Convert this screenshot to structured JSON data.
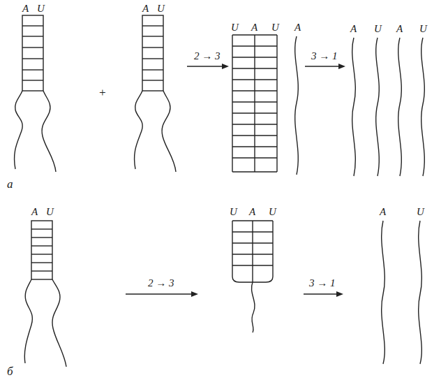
{
  "diagram": {
    "labels": [
      "A",
      "U",
      "+",
      "A",
      "U",
      "2 → 3",
      "U",
      "A",
      "U",
      "A",
      "3 → 1",
      "A",
      "U",
      "A",
      "U",
      "а",
      "A",
      "U",
      "2 → 3",
      "U",
      "A",
      "U",
      "3 → 1",
      "A",
      "U",
      "б"
    ]
  }
}
